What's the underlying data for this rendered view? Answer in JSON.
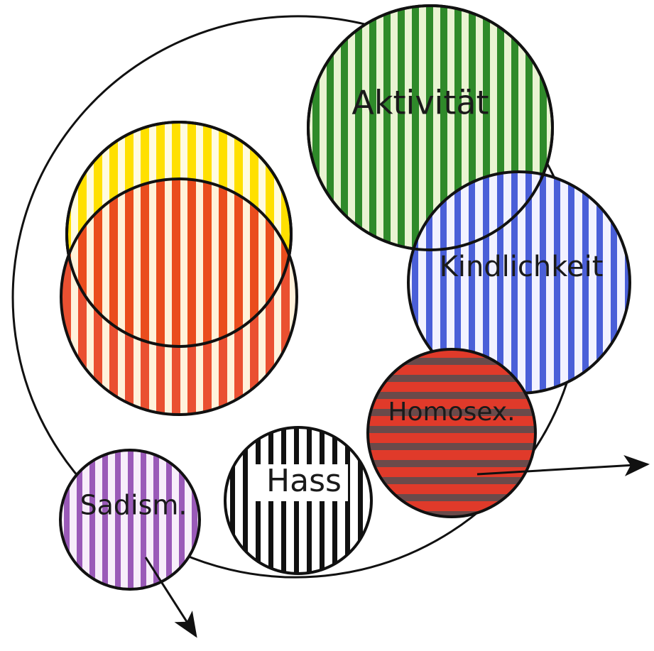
{
  "diagram": {
    "labels": {
      "aktivitaet": "Aktivität",
      "kindlichkeit": "Kindlichkeit",
      "homosex": "Homosex.",
      "hass": "Hass",
      "sadism": "Sadism."
    },
    "colors": {
      "green": "#2f8a2a",
      "blue": "#4a5fd8",
      "red": "#e03a2a",
      "orange_red": "#e8411f",
      "yellow": "#ffe000",
      "purple": "#9a5ab8",
      "black": "#111111"
    }
  }
}
